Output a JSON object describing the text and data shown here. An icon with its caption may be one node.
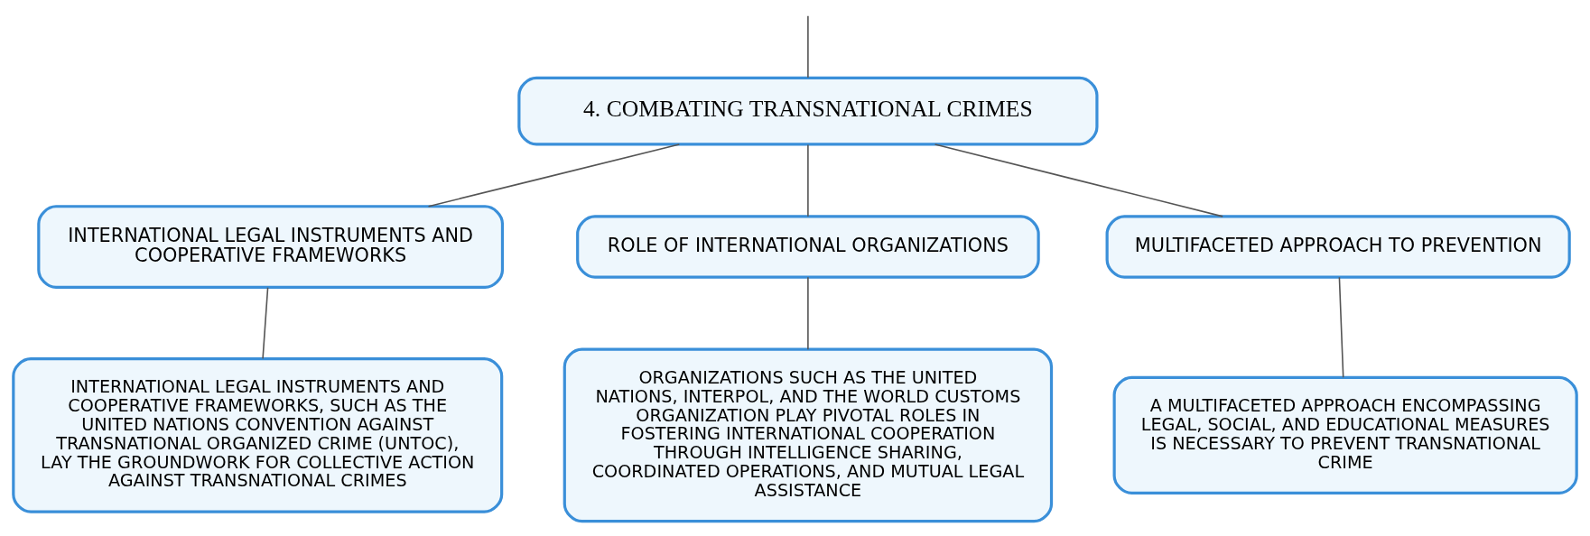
{
  "diagram": {
    "nodes": [
      {
        "text": [
          "4. COMBATING TRANSNATIONAL CRIMES"
        ]
      },
      {
        "text": [
          "INTERNATIONAL LEGAL INSTRUMENTS AND COOPERATIVE FRAMEWORKS"
        ]
      },
      {
        "text": [
          "ROLE OF INTERNATIONAL ORGANIZATIONS"
        ]
      },
      {
        "text": [
          "MULTIFACETED APPROACH TO PREVENTION"
        ]
      },
      {
        "text": [
          "INTERNATIONAL LEGAL INSTRUMENTS AND COOPERATIVE FRAMEWORKS, SUCH AS THE UNITED NATIONS CONVENTION AGAINST TRANSNATIONAL ORGANIZED CRIME (UNTOC), LAY THE GROUNDWORK FOR COLLECTIVE ACTION AGAINST TRANSNATIONAL CRIMES"
        ]
      },
      {
        "text": [
          "ORGANIZATIONS SUCH AS THE UNITED NATIONS, INTERPOL, AND THE WORLD CUSTOMS ORGANIZATION PLAY PIVOTAL ROLES IN FOSTERING INTERNATIONAL COOPERATION THROUGH INTELLIGENCE SHARING, COORDINATED OPERATIONS, AND MUTUAL LEGAL ASSISTANCE"
        ]
      },
      {
        "text": [
          "A MULTIFACETED APPROACH ENCOMPASSING LEGAL, SOCIAL, AND EDUCATIONAL MEASURES IS NECESSARY TO PREVENT TRANSNATIONAL CRIME"
        ]
      }
    ],
    "edges": [
      {
        "from": null,
        "to": 0,
        "arrow": "none"
      },
      {
        "from": 0,
        "to": 1,
        "arrow": "none"
      },
      {
        "from": 0,
        "to": 2,
        "arrow": "none"
      },
      {
        "from": 0,
        "to": 3,
        "arrow": "none"
      },
      {
        "from": 1,
        "to": 4,
        "arrow": "none"
      },
      {
        "from": 2,
        "to": 5,
        "arrow": "none"
      },
      {
        "from": 3,
        "to": 6,
        "arrow": "none"
      }
    ]
  }
}
